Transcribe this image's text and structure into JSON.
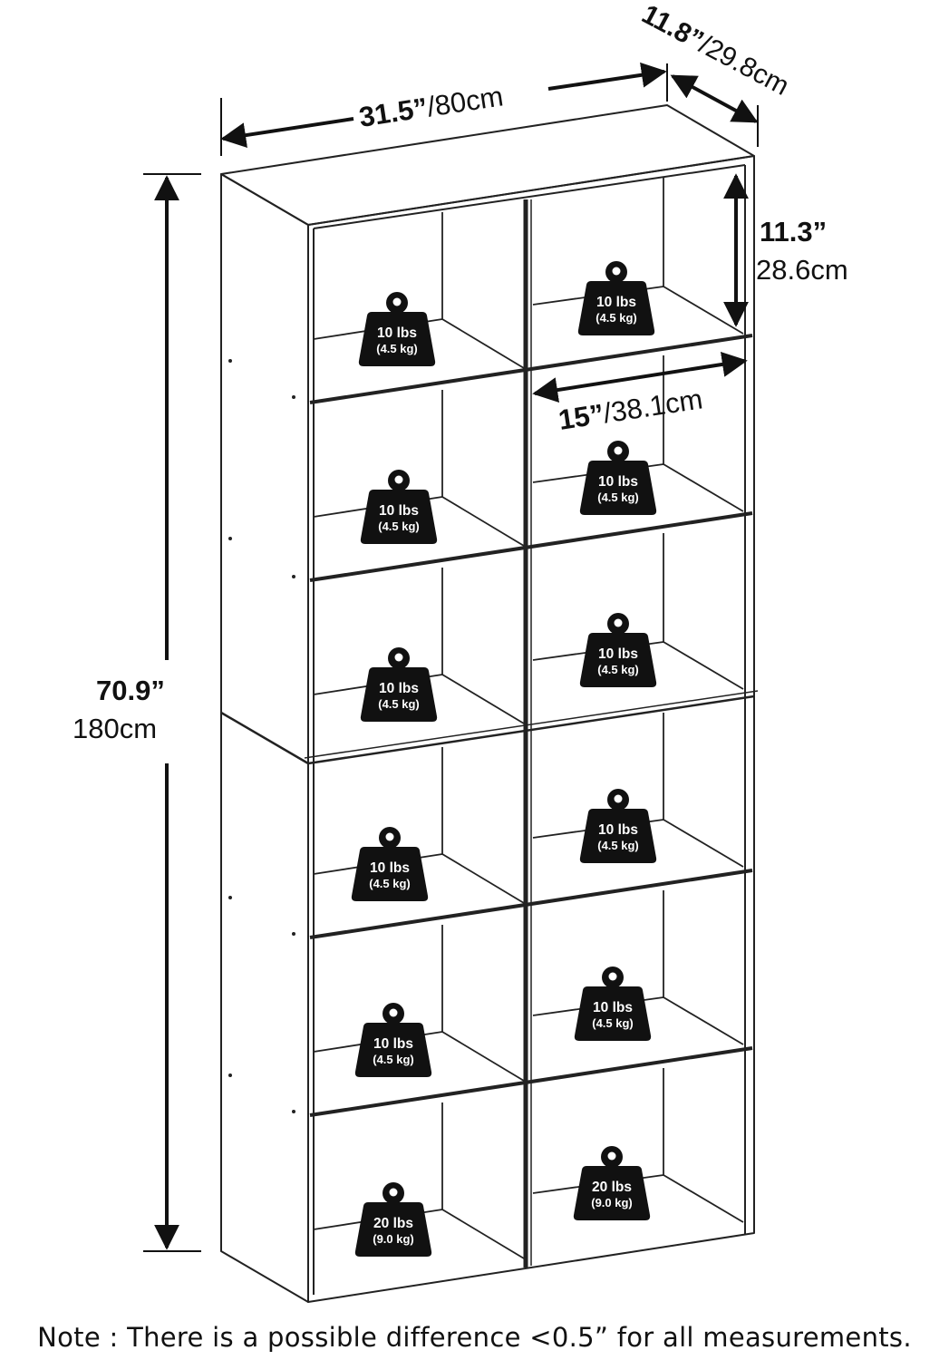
{
  "dimensions": {
    "width": {
      "imperial": "31.5”",
      "metric": "/80cm"
    },
    "depth": {
      "imperial": "11.8”",
      "metric": "/29.8cm"
    },
    "height": {
      "imperial": "70.9”",
      "metric": "180cm"
    },
    "cube_height": {
      "imperial": "11.3”",
      "metric": "28.6cm"
    },
    "cube_width": {
      "imperial": "15”",
      "metric": "/38.1cm"
    }
  },
  "weight_labels": [
    {
      "lbs": "10 lbs",
      "kg": "(4.5 kg)"
    },
    {
      "lbs": "10 lbs",
      "kg": "(4.5 kg)"
    },
    {
      "lbs": "10 lbs",
      "kg": "(4.5 kg)"
    },
    {
      "lbs": "10 lbs",
      "kg": "(4.5 kg)"
    },
    {
      "lbs": "10 lbs",
      "kg": "(4.5 kg)"
    },
    {
      "lbs": "10 lbs",
      "kg": "(4.5 kg)"
    },
    {
      "lbs": "10 lbs",
      "kg": "(4.5 kg)"
    },
    {
      "lbs": "10 lbs",
      "kg": "(4.5 kg)"
    },
    {
      "lbs": "10 lbs",
      "kg": "(4.5 kg)"
    },
    {
      "lbs": "10 lbs",
      "kg": "(4.5 kg)"
    },
    {
      "lbs": "20 lbs",
      "kg": "(9.0 kg)"
    },
    {
      "lbs": "20 lbs",
      "kg": "(9.0 kg)"
    }
  ],
  "note": "Note : There is a possible difference <0.5” for all measurements."
}
